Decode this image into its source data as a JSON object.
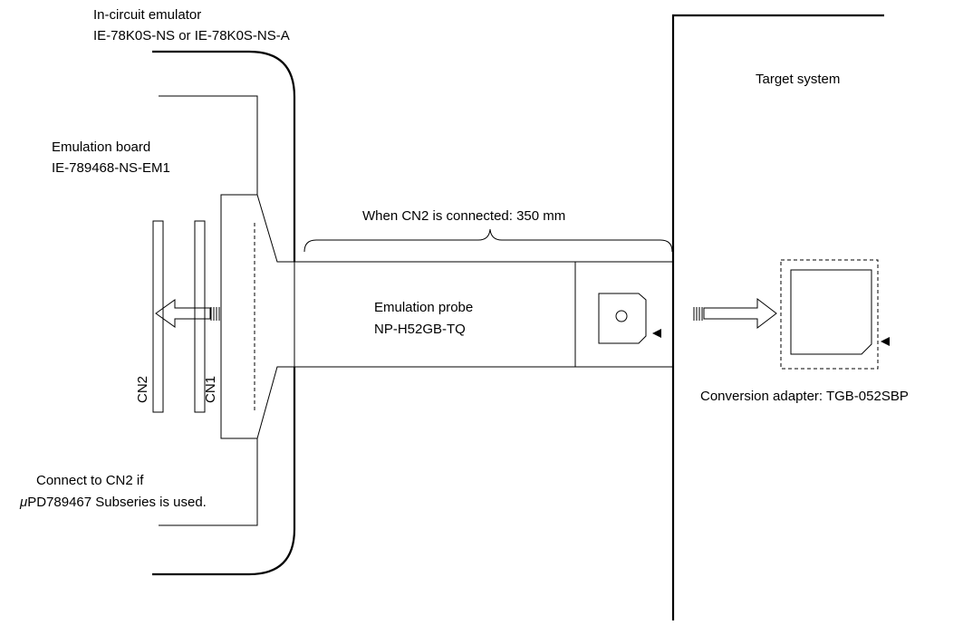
{
  "labels": {
    "emulator_name": "In-circuit emulator",
    "emulator_model": "IE-78K0S-NS or IE-78K0S-NS-A",
    "target_system": "Target system",
    "emulation_board_name": "Emulation board",
    "emulation_board_model": "IE-789468-NS-EM1",
    "cable_length": "When CN2 is connected: 350 mm",
    "probe_name": "Emulation probe",
    "probe_model": "NP-H52GB-TQ",
    "cn2": "CN2",
    "cn1": "CN1",
    "adapter": "Conversion adapter:  TGB-052SBP",
    "note_line1": "Connect to CN2 if",
    "note_mu": "μ",
    "note_line2": "PD789467 Subseries is used."
  }
}
